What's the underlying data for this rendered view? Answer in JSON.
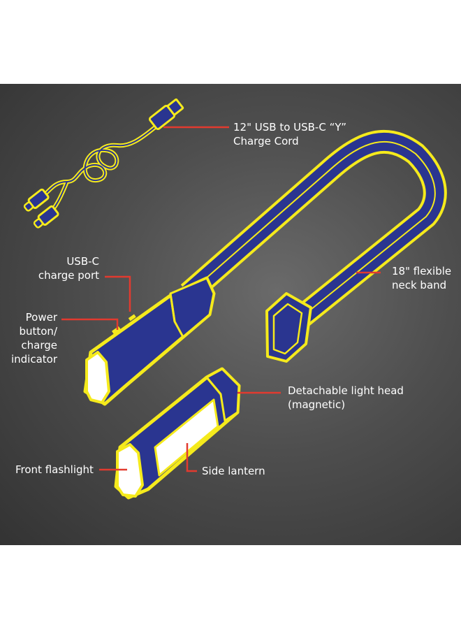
{
  "colors": {
    "background": "#4a4a4a",
    "device_body": "#2a3590",
    "outline": "#f5ea1c",
    "leader_line": "#e23a2f",
    "lens": "#ffffff",
    "label_text": "#ffffff"
  },
  "labels": {
    "charge_cord": "12\" USB to USB-C “Y”\nCharge Cord",
    "usbc_port": "USB-C\ncharge port",
    "power_button": "Power\nbutton/\ncharge\nindicator",
    "neck_band": "18\" flexible\nneck band",
    "light_head": "Detachable light head\n(magnetic)",
    "front_flashlight": "Front flashlight",
    "side_lantern": "Side lantern"
  }
}
